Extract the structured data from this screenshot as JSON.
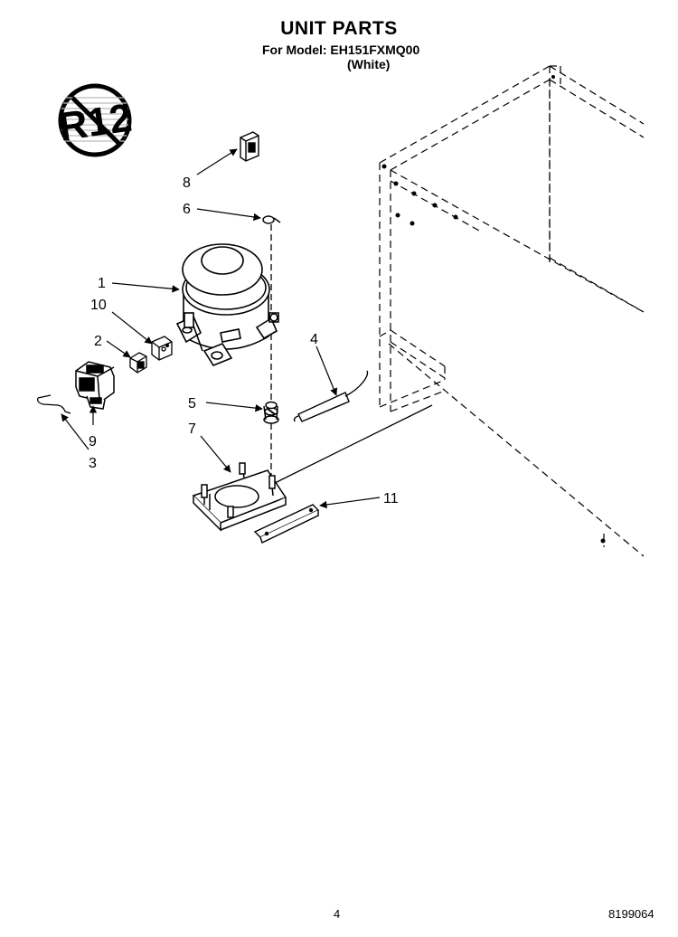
{
  "header": {
    "title": "UNIT PARTS",
    "model_line": "For Model: EH151FXMQ00",
    "color_line": "(White)"
  },
  "badge": {
    "text": "R12",
    "icon": "no-r12-prohibition-icon"
  },
  "callouts": [
    "1",
    "10",
    "2",
    "9",
    "3",
    "8",
    "6",
    "5",
    "7",
    "4",
    "11"
  ],
  "footer": {
    "page_number": "4",
    "document_number": "8199064"
  }
}
